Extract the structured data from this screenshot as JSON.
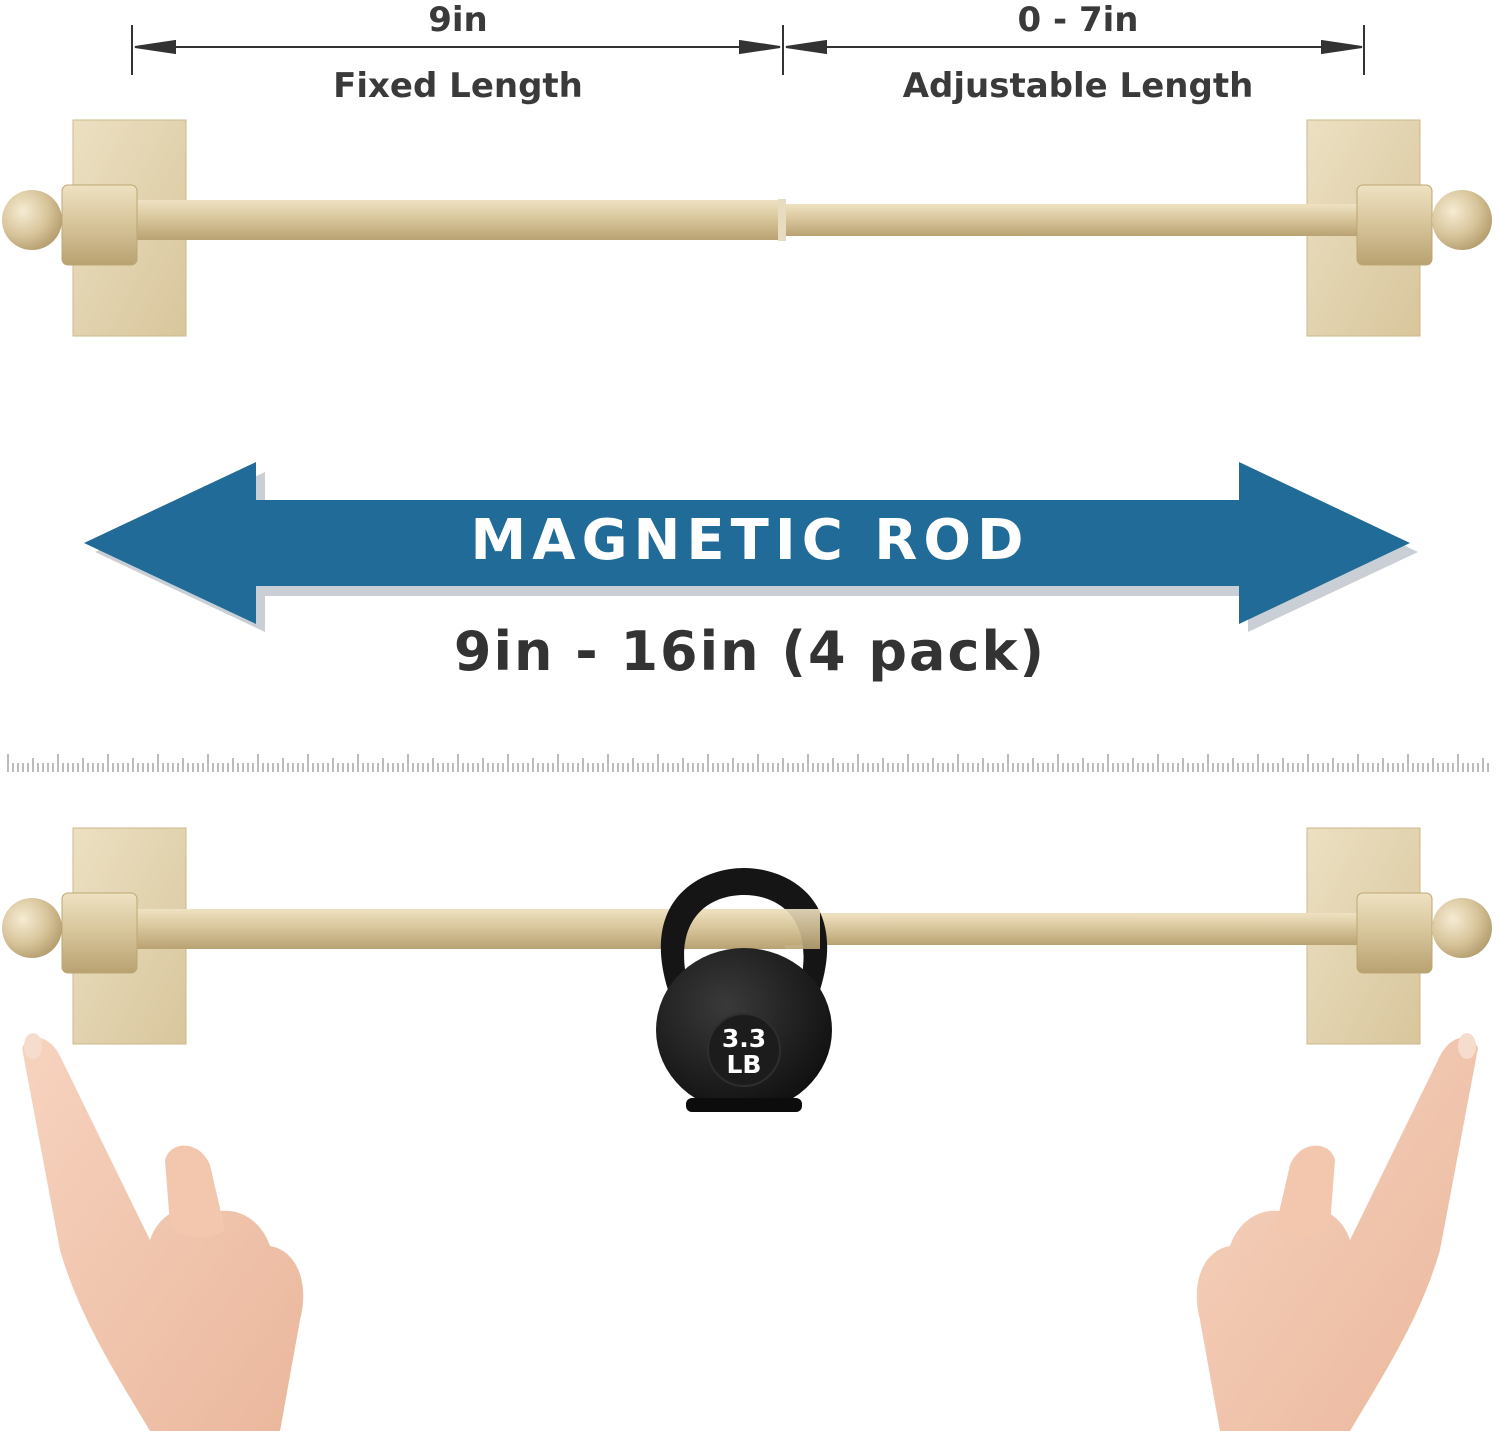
{
  "dimensions": {
    "fixed": {
      "value": "9in",
      "label": "Fixed Length"
    },
    "adjustable": {
      "value": "0 - 7in",
      "label": "Adjustable Length"
    }
  },
  "banner": {
    "title": "MAGNETIC ROD",
    "range": "9in - 16in (4 pack)",
    "color": "#216b98"
  },
  "kettlebell": {
    "weight_line1": "3.3",
    "weight_line2": "LB"
  },
  "colors": {
    "rod": "#d9c8a0",
    "rod_dark": "#bfa977",
    "bracket": "#e2d4b1",
    "text": "#3a3a3a"
  },
  "icons": [
    "dimension-arrow-icon",
    "double-arrow-icon",
    "ruler-icon",
    "kettlebell-icon",
    "hand-icon"
  ]
}
